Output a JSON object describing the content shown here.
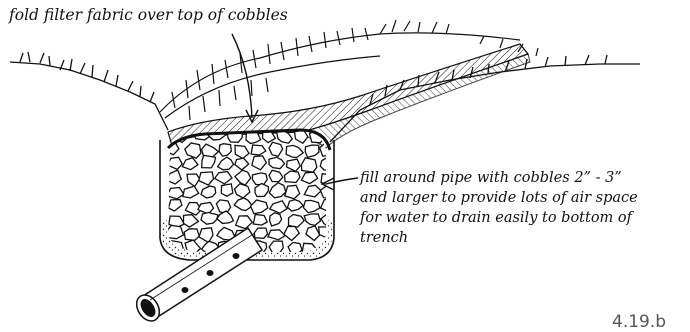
{
  "callouts": {
    "fold_fabric": "fold filter fabric over top of cobbles",
    "fill_pipe": [
      "fill around pipe with cobbles 2” - 3”",
      "and larger to provide lots of air space",
      "for water to drain easily to bottom of",
      "trench"
    ]
  },
  "figure_number": "4.19.b"
}
